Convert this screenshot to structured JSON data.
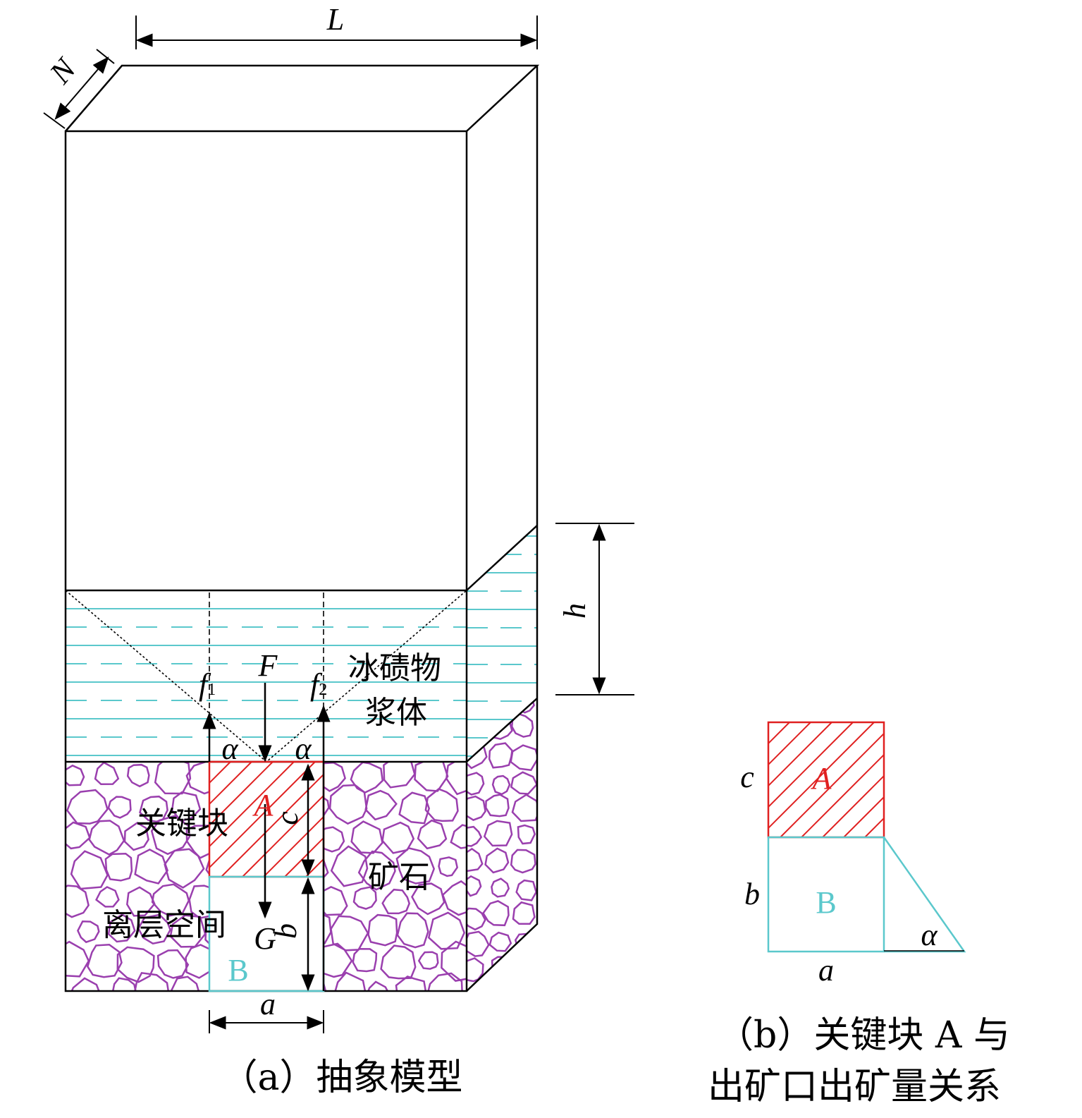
{
  "colors": {
    "outline": "#000000",
    "slurry": "#5bc8cc",
    "ore": "#9a3fae",
    "block_a": "#e02020",
    "block_b": "#5bc8cc"
  },
  "panel_a": {
    "dim_L": "L",
    "dim_N": "N",
    "dim_h": "h",
    "force_F": "F",
    "force_f1": "f",
    "force_f1_sub": "1",
    "force_f2": "f",
    "force_f2_sub": "2",
    "angle_left": "α",
    "angle_right": "α",
    "block_A": "A",
    "block_B": "B",
    "dim_c": "c",
    "dim_b": "b",
    "weight_G": "G",
    "dim_a": "a",
    "label_slurry_1": "冰碛物",
    "label_slurry_2": "浆体",
    "label_key_block": "关键块",
    "label_ore": "矿石",
    "label_gap": "离层空间",
    "caption": "（a）抽象模型"
  },
  "panel_b": {
    "block_A": "A",
    "block_B": "B",
    "dim_c": "c",
    "dim_b": "b",
    "dim_a": "a",
    "angle": "α",
    "caption_line1": "（b）关键块 A 与",
    "caption_line2": "出矿口出矿量关系"
  }
}
